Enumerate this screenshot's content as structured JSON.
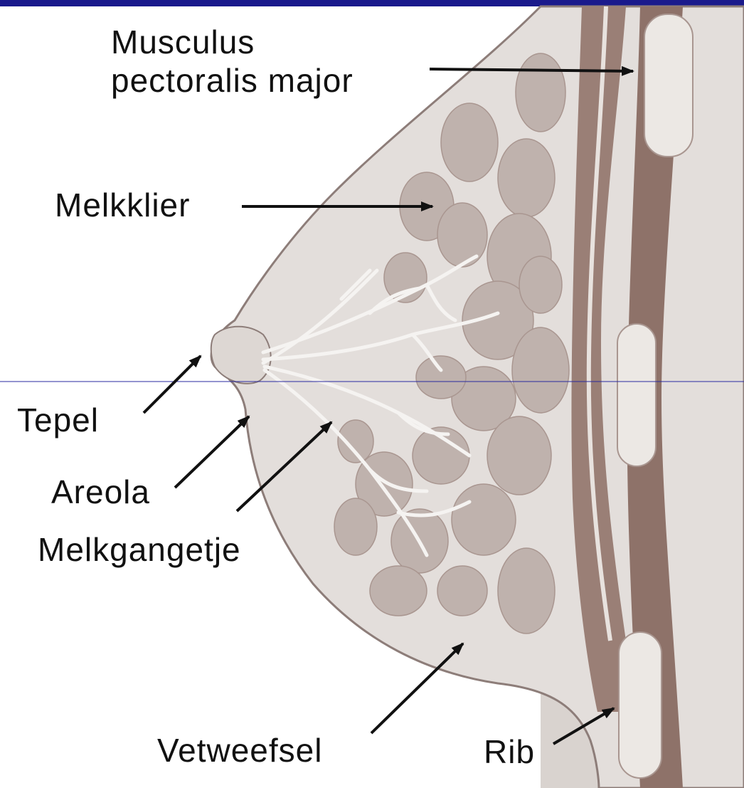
{
  "labels": {
    "musculus_line1": "Musculus",
    "musculus_line2": "pectoralis major",
    "melkklier": "Melkklier",
    "tepel": "Tepel",
    "areola": "Areola",
    "melkgangetje": "Melkgangetje",
    "vetweefsel": "Vetweefsel",
    "rib": "Rib"
  },
  "colors": {
    "top_bar": "#1a1a8c",
    "chest_wall": "#d9d3cf",
    "breast_fill": "#e3dedb",
    "gland_lobule": "#bfb2ad",
    "muscle": "#9a7f76",
    "rib": "#ece8e4",
    "duct": "#f5f3f1",
    "outline": "#8d7d79",
    "arrow": "#111111",
    "guide_line": "#2a2aa0"
  }
}
